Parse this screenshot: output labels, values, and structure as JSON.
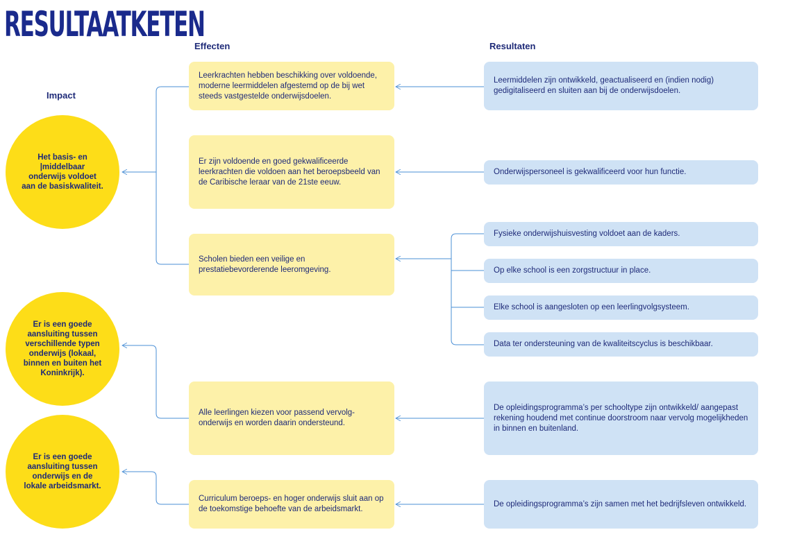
{
  "title": "RESULTAATKETEN",
  "headers": {
    "impact": "Impact",
    "effecten": "Effecten",
    "resultaten": "Resultaten"
  },
  "impacts": [
    {
      "text": "Het basis- en |middelbaar onderwijs voldoet aan de basiskwaliteit."
    },
    {
      "text": "Er is een goede aansluiting tussen verschillende typen onderwijs (lokaal, binnen en buiten het Koninkrijk)."
    },
    {
      "text": "Er is een goede aansluiting tussen onderwijs en de lokale arbeidsmarkt."
    }
  ],
  "effects": [
    {
      "text": "Leerkrachten hebben beschikking over voldoende, moderne leermiddelen afgestemd op de bij wet steeds vastgestelde onderwijsdoelen."
    },
    {
      "text": "Er zijn voldoende en goed gekwalificeerde leerkrachten die voldoen aan het beroepsbeeld van de Caribische leraar van de 21ste eeuw."
    },
    {
      "text": "Scholen bieden een veilige en prestatiebevorderende leeromgeving."
    },
    {
      "text": "Alle leerlingen kiezen voor passend vervolg-onderwijs en worden daarin ondersteund."
    },
    {
      "text": "Curriculum beroeps- en hoger onderwijs sluit aan op de toekomstige behoefte van de arbeidsmarkt."
    }
  ],
  "results": [
    {
      "text": "Leermiddelen zijn ontwikkeld, geactualiseerd en (indien nodig) gedigitaliseerd en sluiten aan bij de onderwijsdoelen."
    },
    {
      "text": "Onderwijspersoneel is gekwalificeerd voor hun functie."
    },
    {
      "text": "Fysieke onderwijshuisvesting voldoet aan de kaders."
    },
    {
      "text": "Op elke school is een zorgstructuur in place."
    },
    {
      "text": "Elke school is aangesloten op een leerlingvolgsysteem."
    },
    {
      "text": "Data ter ondersteuning van de kwaliteitscyclus is beschikbaar."
    },
    {
      "text": "De opleidingsprogramma’s per schooltype zijn ontwikkeld/ aangepast rekening houdend met continue doorstroom naar vervolg mogelijkheden in binnen en buitenland."
    },
    {
      "text": "De opleidingsprogramma’s zijn samen met het bedrijfsleven ontwikkeld."
    }
  ],
  "colors": {
    "impact_fill": "#fddd18",
    "effect_fill": "#fdf1a9",
    "result_fill": "#cfe2f5",
    "connector": "#4a8fd6",
    "text": "#1e2a78",
    "title": "#1a2a8c"
  }
}
